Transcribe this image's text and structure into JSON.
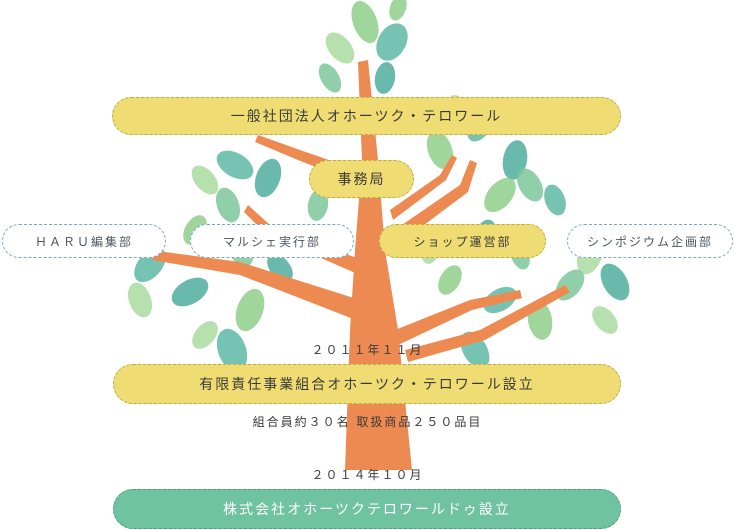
{
  "org": {
    "association": "一般社団法人オホーツク・テロワール",
    "secretariat": "事務局",
    "departments": [
      "ＨＡＲＵ編集部",
      "マルシェ実行部",
      "ショップ運営部",
      "シンポジウム企画部"
    ]
  },
  "history": [
    {
      "date": "２０１１年１１月",
      "event": "有限責任事業組合オホーツク・テロワール設立",
      "detail": "組合員約３０名 取扱商品２５０品目"
    },
    {
      "date": "２０１４年１０月",
      "event": "株式会社オホーツクテロワールドゥ設立"
    }
  ],
  "colors": {
    "trunk": "#ec8a52",
    "leaf_green": "#8fcf8a",
    "leaf_teal": "#5fb9a6",
    "pill_yellow": "#efdc72",
    "pill_green": "#6fc3a0"
  }
}
